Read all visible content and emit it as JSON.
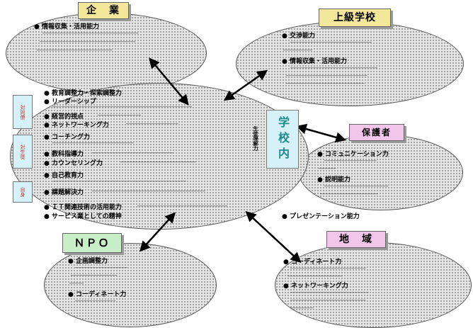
{
  "nodes": {
    "kigyo": {
      "label": "企　業",
      "item1": "情報収集・活用能力",
      "sub1": "─────────────────────────────────",
      "sub2": "─────────────────────────────────",
      "sub3": "──────────────────────────",
      "color": "#f3e79a"
    },
    "joukyu": {
      "label": "上級学校",
      "item1": "交渉能力",
      "sub1": "────────────────────────────",
      "sub2": "──────────",
      "item2": "情報収集・活用能力",
      "sub3": "──────────────────────────────",
      "sub4": "────────────────────────────",
      "sub5": "───────────────────────────",
      "color": "#f3e79a"
    },
    "hogosha": {
      "label": "保護者",
      "item1": "コミュニケーション力",
      "sub1": "──────────────────",
      "sub2": "──────",
      "item2": "説明能力",
      "sub3": "──────────────────────",
      "sub4": "────────────────────",
      "color": "#f2c6ea"
    },
    "npo": {
      "label": "ＮＰＯ",
      "item1": "企画調整力",
      "sub1": "──────────────────",
      "sub2": "────────────────",
      "sub3": "─────",
      "item2": "コーディネート力",
      "sub4": "──────────────",
      "color": "#c8efc8"
    },
    "chiiki": {
      "label": "地　域",
      "item1": "コーディネート力",
      "sub1": "──────────────────────────",
      "sub2": "───────────────────",
      "item2": "ネットワーキング力",
      "sub3": "───────────────────────────",
      "sub4": "──────────────────────────",
      "sub5": "────────",
      "color": "#f2c6ea"
    }
  },
  "center": {
    "school_label": "学校内",
    "vertical_label": "生徒理解力",
    "tags": {
      "tag1": "対同僚",
      "tag2": "対生徒",
      "tag3": "自身"
    },
    "items": {
      "i1": "教育調整力・探索調整力",
      "i2": "リーダーシップ",
      "i2sub": "────────────────────────────────────────────────",
      "i3": "経営的視点",
      "i3sub": "───────────────",
      "i4": "ネットワーキング力",
      "i4sub": "──────────────────",
      "i5": "コーチング力",
      "i5sub": "────────────────────────────",
      "i6": "教科指導力",
      "i6sub": "────────────────────────────",
      "i7": "カウンセリング力",
      "i7sub": "──────────────────────────",
      "i8": "自己教育力",
      "i8sub": "──────────────────────────────────────────────",
      "i9": "課題解決力",
      "i9sub": "───────────────────────────────────────",
      "i10": "ＩＴ関連技術の活用能力",
      "i10sub": "───────────────────────────────",
      "i11": "サービス業としての精神",
      "i12": "プレゼンテーション能力"
    }
  }
}
